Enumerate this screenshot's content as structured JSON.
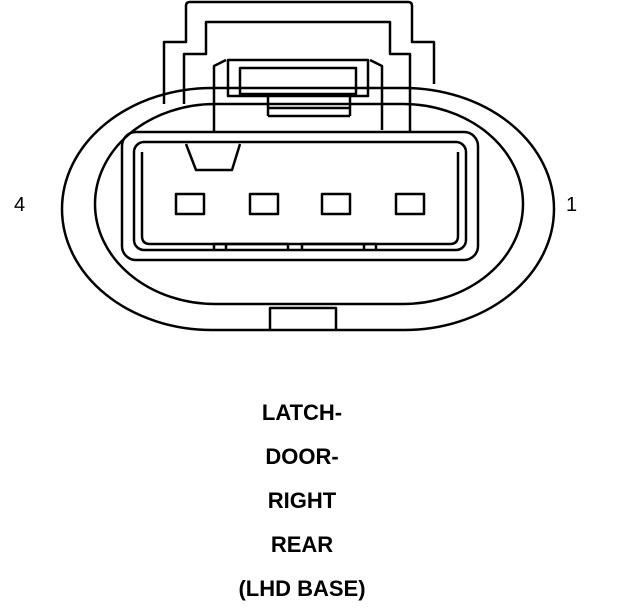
{
  "connector": {
    "pin_left_label": "4",
    "pin_right_label": "1",
    "cavity_count": 4
  },
  "caption": {
    "lines": [
      "LATCH-",
      "DOOR-",
      "RIGHT",
      "REAR",
      "(LHD BASE)"
    ]
  },
  "colors": {
    "stroke": "#000000",
    "background": "#ffffff"
  }
}
